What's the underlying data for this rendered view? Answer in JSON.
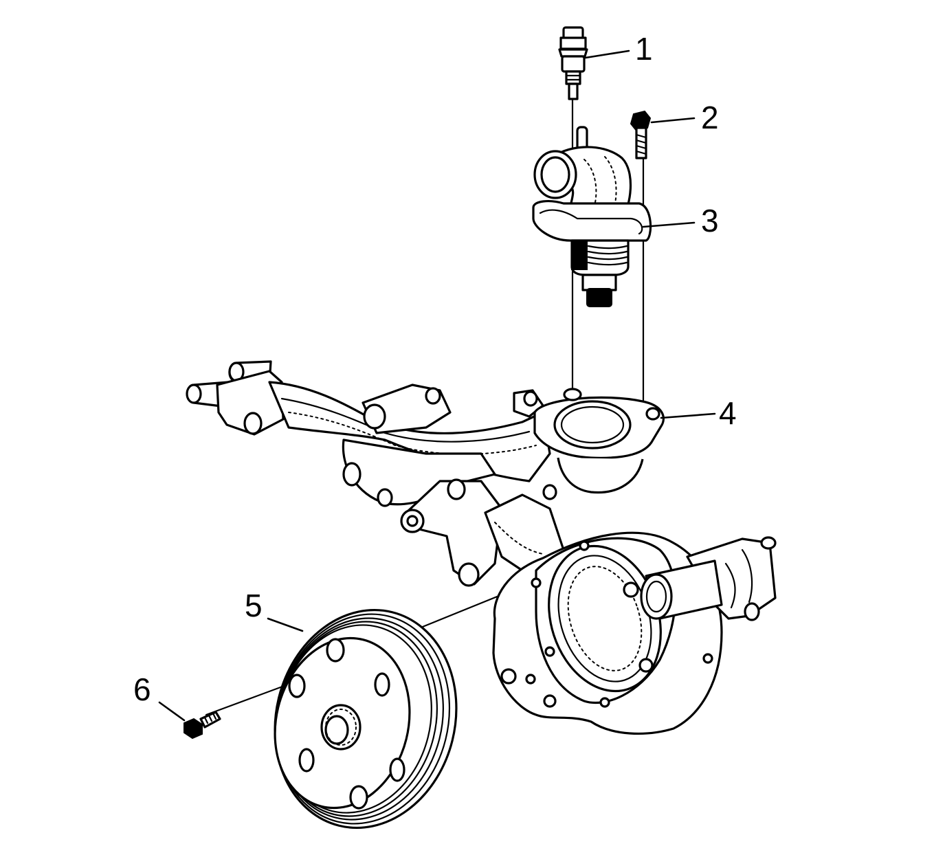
{
  "callouts": [
    {
      "id": "1",
      "label": "1"
    },
    {
      "id": "2",
      "label": "2"
    },
    {
      "id": "3",
      "label": "3"
    },
    {
      "id": "4",
      "label": "4"
    },
    {
      "id": "5",
      "label": "5"
    },
    {
      "id": "6",
      "label": "6"
    }
  ],
  "colors": {
    "ink": "#000000",
    "background": "#ffffff"
  }
}
